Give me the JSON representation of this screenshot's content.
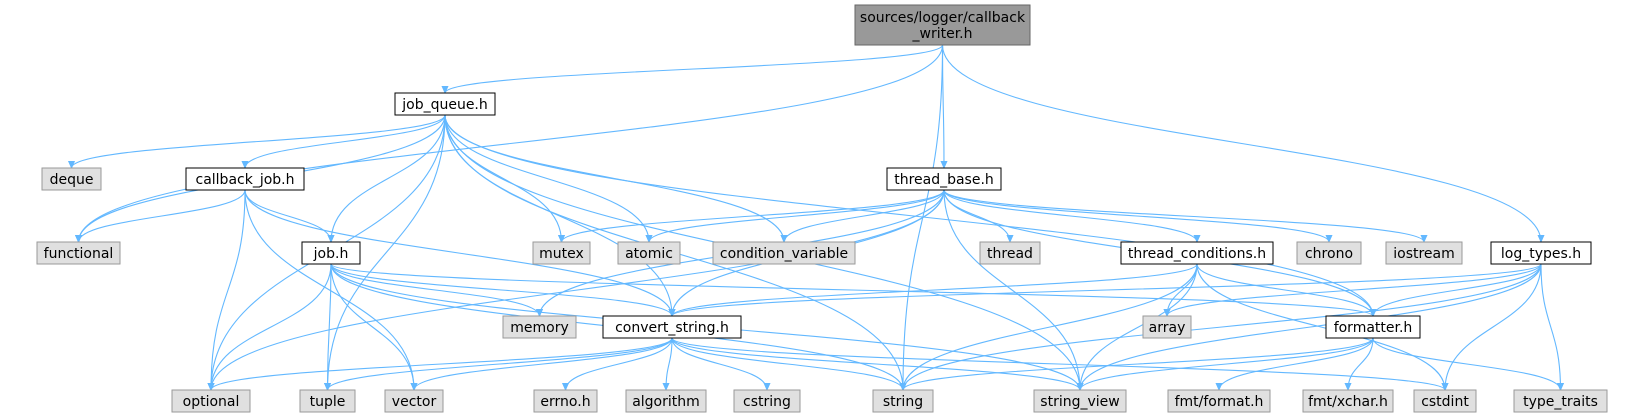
{
  "diagram": {
    "colors": {
      "edge": "#63b8ff",
      "root_fill": "#999999",
      "header_fill": "#ffffff",
      "system_fill": "#e0e0e0"
    },
    "nodes": [
      {
        "id": "callback_writer",
        "label_lines": [
          "sources/logger/callback",
          "_writer.h"
        ],
        "kind": "root"
      },
      {
        "id": "job_queue",
        "label_lines": [
          "job_queue.h"
        ],
        "kind": "header"
      },
      {
        "id": "thread_base",
        "label_lines": [
          "thread_base.h"
        ],
        "kind": "header"
      },
      {
        "id": "log_types",
        "label_lines": [
          "log_types.h"
        ],
        "kind": "header"
      },
      {
        "id": "callback_job",
        "label_lines": [
          "callback_job.h"
        ],
        "kind": "header"
      },
      {
        "id": "job",
        "label_lines": [
          "job.h"
        ],
        "kind": "header"
      },
      {
        "id": "thread_conditions",
        "label_lines": [
          "thread_conditions.h"
        ],
        "kind": "header"
      },
      {
        "id": "convert_string",
        "label_lines": [
          "convert_string.h"
        ],
        "kind": "header"
      },
      {
        "id": "formatter",
        "label_lines": [
          "formatter.h"
        ],
        "kind": "header"
      },
      {
        "id": "deque",
        "label_lines": [
          "deque"
        ],
        "kind": "system"
      },
      {
        "id": "functional",
        "label_lines": [
          "functional"
        ],
        "kind": "system"
      },
      {
        "id": "mutex",
        "label_lines": [
          "mutex"
        ],
        "kind": "system"
      },
      {
        "id": "atomic",
        "label_lines": [
          "atomic"
        ],
        "kind": "system"
      },
      {
        "id": "condition_variable",
        "label_lines": [
          "condition_variable"
        ],
        "kind": "system"
      },
      {
        "id": "thread",
        "label_lines": [
          "thread"
        ],
        "kind": "system"
      },
      {
        "id": "chrono",
        "label_lines": [
          "chrono"
        ],
        "kind": "system"
      },
      {
        "id": "iostream",
        "label_lines": [
          "iostream"
        ],
        "kind": "system"
      },
      {
        "id": "array",
        "label_lines": [
          "array"
        ],
        "kind": "system"
      },
      {
        "id": "memory",
        "label_lines": [
          "memory"
        ],
        "kind": "system"
      },
      {
        "id": "optional",
        "label_lines": [
          "optional"
        ],
        "kind": "system"
      },
      {
        "id": "tuple",
        "label_lines": [
          "tuple"
        ],
        "kind": "system"
      },
      {
        "id": "vector",
        "label_lines": [
          "vector"
        ],
        "kind": "system"
      },
      {
        "id": "errno",
        "label_lines": [
          "errno.h"
        ],
        "kind": "system"
      },
      {
        "id": "algorithm",
        "label_lines": [
          "algorithm"
        ],
        "kind": "system"
      },
      {
        "id": "cstring",
        "label_lines": [
          "cstring"
        ],
        "kind": "system"
      },
      {
        "id": "string",
        "label_lines": [
          "string"
        ],
        "kind": "system"
      },
      {
        "id": "string_view",
        "label_lines": [
          "string_view"
        ],
        "kind": "system"
      },
      {
        "id": "cstdint",
        "label_lines": [
          "cstdint"
        ],
        "kind": "system"
      },
      {
        "id": "fmt_format",
        "label_lines": [
          "fmt/format.h"
        ],
        "kind": "system"
      },
      {
        "id": "fmt_xchar",
        "label_lines": [
          "fmt/xchar.h"
        ],
        "kind": "system"
      },
      {
        "id": "type_traits",
        "label_lines": [
          "type_traits"
        ],
        "kind": "system"
      }
    ],
    "edges": [
      [
        "callback_writer",
        "job_queue"
      ],
      [
        "callback_writer",
        "thread_base"
      ],
      [
        "callback_writer",
        "log_types"
      ],
      [
        "callback_writer",
        "functional"
      ],
      [
        "callback_writer",
        "string"
      ],
      [
        "job_queue",
        "deque"
      ],
      [
        "job_queue",
        "callback_job"
      ],
      [
        "job_queue",
        "job"
      ],
      [
        "job_queue",
        "functional"
      ],
      [
        "job_queue",
        "optional"
      ],
      [
        "job_queue",
        "tuple"
      ],
      [
        "job_queue",
        "mutex"
      ],
      [
        "job_queue",
        "atomic"
      ],
      [
        "job_queue",
        "condition_variable"
      ],
      [
        "job_queue",
        "convert_string"
      ],
      [
        "job_queue",
        "string"
      ],
      [
        "job_queue",
        "string_view"
      ],
      [
        "job_queue",
        "formatter"
      ],
      [
        "callback_job",
        "functional"
      ],
      [
        "callback_job",
        "job"
      ],
      [
        "callback_job",
        "optional"
      ],
      [
        "callback_job",
        "vector"
      ],
      [
        "callback_job",
        "convert_string"
      ],
      [
        "job",
        "memory"
      ],
      [
        "job",
        "convert_string"
      ],
      [
        "job",
        "optional"
      ],
      [
        "job",
        "tuple"
      ],
      [
        "job",
        "vector"
      ],
      [
        "job",
        "string"
      ],
      [
        "job",
        "string_view"
      ],
      [
        "job",
        "formatter"
      ],
      [
        "thread_base",
        "mutex"
      ],
      [
        "thread_base",
        "atomic"
      ],
      [
        "thread_base",
        "condition_variable"
      ],
      [
        "thread_base",
        "thread"
      ],
      [
        "thread_base",
        "thread_conditions"
      ],
      [
        "thread_base",
        "chrono"
      ],
      [
        "thread_base",
        "iostream"
      ],
      [
        "thread_base",
        "memory"
      ],
      [
        "thread_base",
        "optional"
      ],
      [
        "thread_base",
        "convert_string"
      ],
      [
        "thread_base",
        "formatter"
      ],
      [
        "thread_base",
        "string_view"
      ],
      [
        "thread_conditions",
        "convert_string"
      ],
      [
        "thread_conditions",
        "array"
      ],
      [
        "thread_conditions",
        "formatter"
      ],
      [
        "thread_conditions",
        "cstdint"
      ],
      [
        "thread_conditions",
        "string"
      ],
      [
        "thread_conditions",
        "string_view"
      ],
      [
        "log_types",
        "array"
      ],
      [
        "log_types",
        "formatter"
      ],
      [
        "log_types",
        "convert_string"
      ],
      [
        "log_types",
        "type_traits"
      ],
      [
        "log_types",
        "cstdint"
      ],
      [
        "log_types",
        "string"
      ],
      [
        "log_types",
        "string_view"
      ],
      [
        "convert_string",
        "optional"
      ],
      [
        "convert_string",
        "tuple"
      ],
      [
        "convert_string",
        "vector"
      ],
      [
        "convert_string",
        "errno"
      ],
      [
        "convert_string",
        "algorithm"
      ],
      [
        "convert_string",
        "cstring"
      ],
      [
        "convert_string",
        "string"
      ],
      [
        "convert_string",
        "string_view"
      ],
      [
        "convert_string",
        "cstdint"
      ],
      [
        "formatter",
        "string"
      ],
      [
        "formatter",
        "string_view"
      ],
      [
        "formatter",
        "fmt_format"
      ],
      [
        "formatter",
        "fmt_xchar"
      ],
      [
        "formatter",
        "type_traits"
      ]
    ]
  }
}
